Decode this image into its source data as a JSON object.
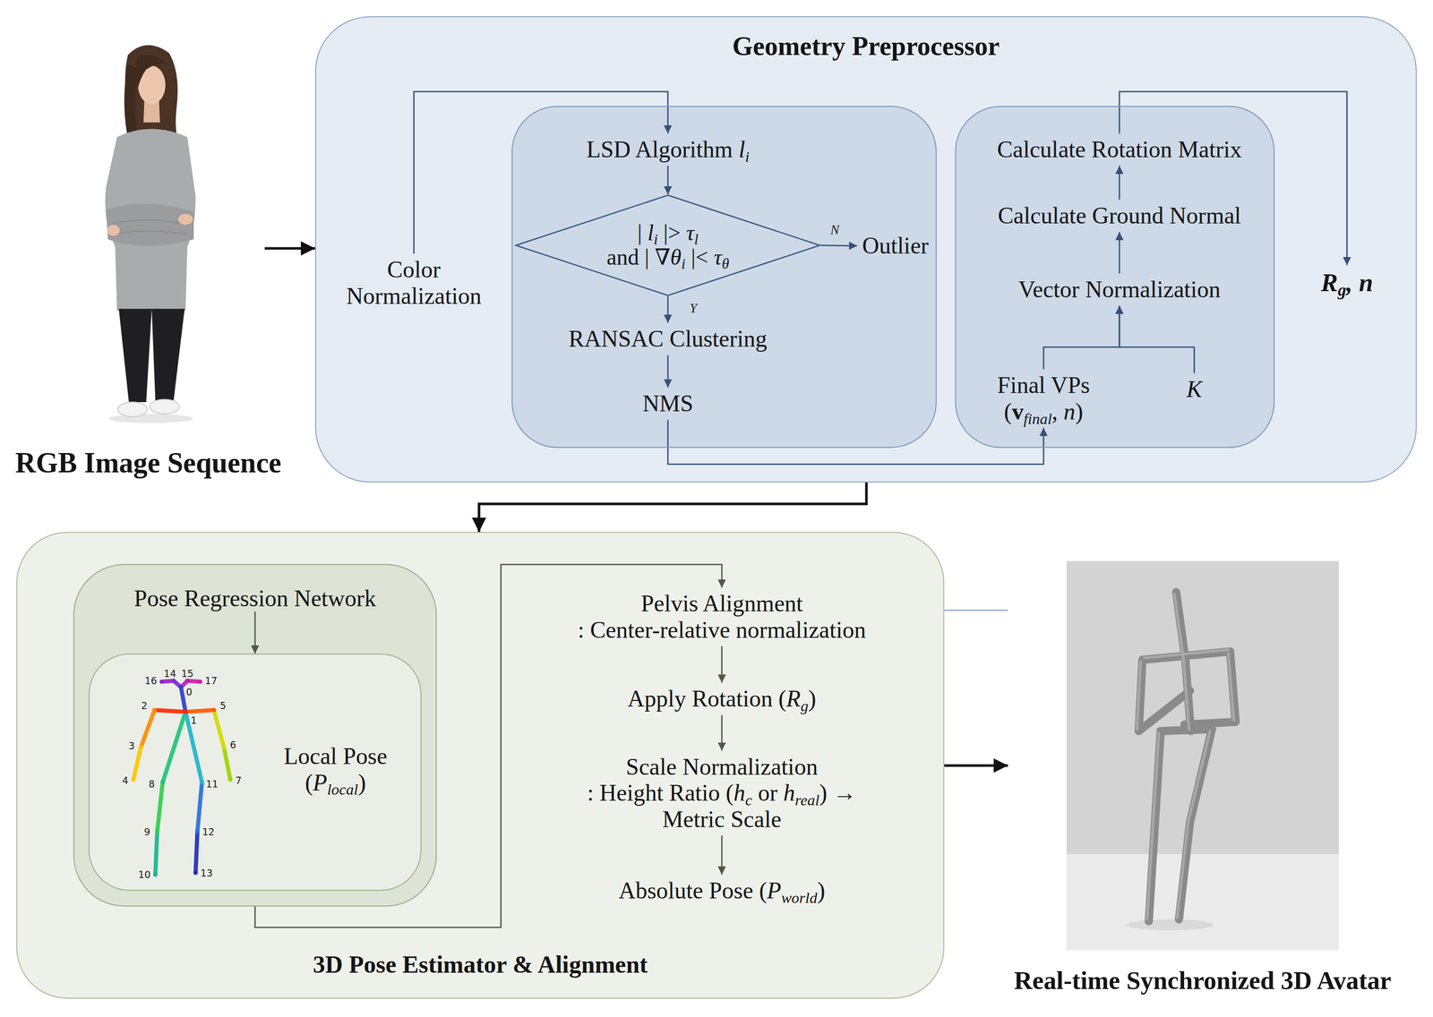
{
  "diagram": {
    "nodes": [
      {
        "text": [
          "RGB Image Sequence"
        ]
      },
      {
        "text": [
          "Geometry Preprocessor"
        ]
      },
      {
        "text": [
          "Color Normalization"
        ],
        "in": 1
      },
      {
        "text": [],
        "in": 1
      },
      {
        "text": [
          "LSD Algorithm li"
        ],
        "in": 3
      },
      {
        "text": [
          "| li |> τl",
          "and | ∇θi |< τθ"
        ],
        "in": 3
      },
      {
        "text": [
          "Outlier"
        ],
        "in": 3
      },
      {
        "text": [
          "RANSAC Clustering"
        ],
        "in": 3
      },
      {
        "text": [
          "NMS"
        ],
        "in": 3
      },
      {
        "text": [],
        "in": 1
      },
      {
        "text": [
          "Calculate Rotation Matrix"
        ],
        "in": 9
      },
      {
        "text": [
          "Calculate Ground Normal"
        ],
        "in": 9
      },
      {
        "text": [
          "Vector Normalization"
        ],
        "in": 9
      },
      {
        "text": [
          "Final VPs (vfinal, n)"
        ],
        "in": 9
      },
      {
        "text": [
          "K"
        ],
        "in": 9
      },
      {
        "text": [
          "Rg, n"
        ],
        "in": 1
      },
      {
        "text": [
          "3D Pose Estimator & Alignment"
        ]
      },
      {
        "text": [
          "Pose Regression Network"
        ],
        "in": 16
      },
      {
        "text": [
          "Local Pose (Plocal)"
        ],
        "in": 17
      },
      {
        "text": [
          "Pelvis Alignment",
          ": Center-relative normalization"
        ],
        "in": 16
      },
      {
        "text": [
          "Apply Rotation (Rg)"
        ],
        "in": 16
      },
      {
        "text": [
          "Scale Normalization",
          ": Height Ratio (hc or hreal) → Metric Scale"
        ],
        "in": 16
      },
      {
        "text": [
          "Absolute Pose (Pworld)"
        ],
        "in": 16
      },
      {
        "text": [
          "Real-time Synchronized 3D Avatar"
        ]
      }
    ],
    "edges": [
      {
        "from": 0,
        "to": 1,
        "arrow": "to"
      },
      {
        "from": 2,
        "to": 4,
        "arrow": "to"
      },
      {
        "from": 4,
        "to": 5,
        "arrow": "to"
      },
      {
        "from": 5,
        "to": 6,
        "label": "N",
        "arrow": "to"
      },
      {
        "from": 5,
        "to": 7,
        "label": "Y",
        "arrow": "to"
      },
      {
        "from": 7,
        "to": 8,
        "arrow": "to"
      },
      {
        "from": 8,
        "to": 13,
        "arrow": "to"
      },
      {
        "from": 13,
        "to": 12,
        "arrow": "to"
      },
      {
        "from": 14,
        "to": 12,
        "arrow": "to"
      },
      {
        "from": 12,
        "to": 11,
        "arrow": "to"
      },
      {
        "from": 11,
        "to": 10,
        "arrow": "to"
      },
      {
        "from": 10,
        "to": 15,
        "arrow": "to"
      },
      {
        "from": 1,
        "to": 16,
        "arrow": "to"
      },
      {
        "from": 17,
        "to": 18,
        "arrow": "to"
      },
      {
        "from": 17,
        "to": 19,
        "arrow": "to"
      },
      {
        "from": 19,
        "to": 20,
        "arrow": "to"
      },
      {
        "from": 20,
        "to": 21,
        "arrow": "to"
      },
      {
        "from": 21,
        "to": 22,
        "arrow": "to"
      },
      {
        "from": 16,
        "to": 23,
        "arrow": "to"
      },
      {
        "from": 16,
        "to": 23,
        "arrow": "none"
      }
    ],
    "labels": [
      "14",
      "15",
      "16",
      "17",
      "0",
      "2",
      "5",
      "1",
      "3",
      "6",
      "4",
      "8",
      "11",
      "7",
      "9",
      "12",
      "10",
      "13"
    ]
  }
}
